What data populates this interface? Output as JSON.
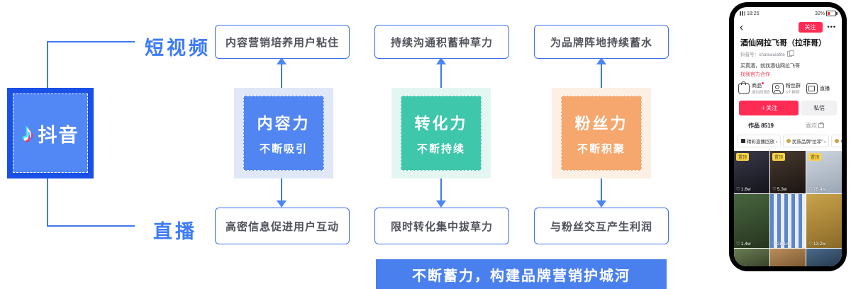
{
  "diagram": {
    "source_label": "抖音",
    "row_labels": {
      "top": "短视频",
      "bottom": "直播"
    },
    "columns": [
      {
        "top": "内容营销培养用户粘住",
        "core_title": "内容力",
        "core_sub": "不断吸引",
        "core_color": "#5186F2",
        "core_bg": "#E0E7F7",
        "bottom": "高密信息促进用户互动"
      },
      {
        "top": "持续沟通积蓄种草力",
        "core_title": "转化力",
        "core_sub": "不断持续",
        "core_color": "#3EC7AB",
        "core_bg": "#E4F6F1",
        "bottom": "限时转化集中拔草力"
      },
      {
        "top": "为品牌阵地持续蓄水",
        "core_title": "粉丝力",
        "core_sub": "不断积聚",
        "core_color": "#F6A76E",
        "core_bg": "#FCEFE4",
        "bottom": "与粉丝交互产生利润"
      }
    ],
    "banner": "不断蓄力，构建品牌营销护城河",
    "accent_blue": "#4078F2"
  },
  "phone": {
    "status": {
      "time": "18:25",
      "battery": "32%"
    },
    "nav": {
      "back": "‹",
      "follow": "关注",
      "more": "•••"
    },
    "profile": {
      "name": "酒仙网拉飞哥（拉菲哥）",
      "douyin_id": "抖音号：chateaulafite",
      "bio": "买真酒，就找酒仙网拉飞哥",
      "link": "找我官方合作"
    },
    "services": [
      {
        "label": "商品",
        "sub": "酒仙网旗舰店"
      },
      {
        "label": "粉丝群",
        "sub": "5个群聊"
      },
      {
        "label": "直播",
        "sub": ""
      }
    ],
    "buttons": {
      "follow": "＋关注",
      "message": "私信"
    },
    "tabs": {
      "works": "作品 8519",
      "likes": "喜欢"
    },
    "chips": [
      {
        "label": "精彩直播回放 ›"
      },
      {
        "label": "民族品牌“拉菲” ›"
      },
      {
        "label": "中"
      }
    ],
    "icons": {
      "heart": "♡"
    },
    "videos": [
      {
        "badge": "置顶",
        "likes": "1.6w"
      },
      {
        "badge": "置顶",
        "likes": "5.3w"
      },
      {
        "badge": "置顶",
        "likes": "75.4w"
      },
      {
        "likes": "1.4w"
      },
      {
        "likes": "28.1w"
      },
      {
        "likes": "13.2w"
      }
    ]
  }
}
